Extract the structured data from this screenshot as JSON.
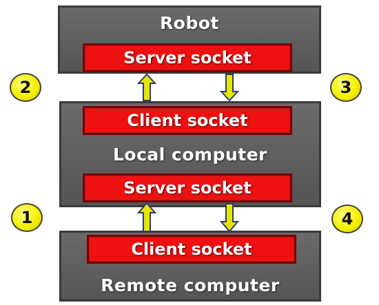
{
  "blocks": {
    "robot": "Robot",
    "local": "Local computer",
    "remote": "Remote computer"
  },
  "sockets": {
    "robot_server": "Server socket",
    "local_client": "Client socket",
    "local_server": "Server socket",
    "remote_client": "Client socket"
  },
  "badges": [
    "1",
    "2",
    "3",
    "4"
  ],
  "colors": {
    "block": "#5f5f5f",
    "socket": "#ee1111",
    "arrow": "#e6e600",
    "badge": "#f5f000"
  }
}
